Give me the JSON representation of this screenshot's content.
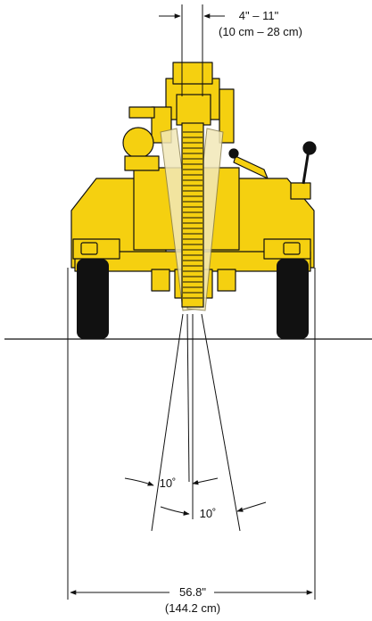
{
  "dimensions": {
    "width_imperial": "4\" – 11\"",
    "width_metric": "(10 cm – 28 cm)",
    "angle_small": "10˚",
    "angle_large": "10˚",
    "track_imperial": "56.8\"",
    "track_metric": "(144.2 cm)"
  },
  "colors": {
    "machine_yellow": "#f5d010",
    "outline": "#111111",
    "tire": "#111111",
    "swing_shade": "#f2e8b8"
  }
}
